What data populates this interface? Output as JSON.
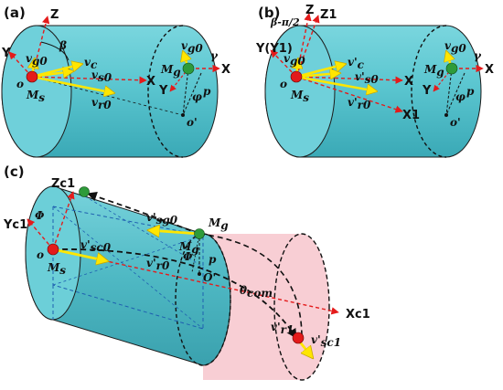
{
  "colors": {
    "cylinder_body": "#58c4cf",
    "cylinder_rim": "#7fdbe3",
    "cylinder_shade": "#2e9aa8",
    "velocity_yellow": "#ffe600",
    "axis_red": "#e41b1b",
    "green_ball": "#2e9b3a",
    "red_ball": "#e31b1b",
    "trail_pink": "#f7c6cc"
  },
  "panel_a": {
    "tag": "(a)",
    "axis_z": "Z",
    "axis_y": "Y",
    "axis_x": "X",
    "axis_x_right": "X",
    "axis_y_small": "Y",
    "beta": "β",
    "gamma": "γ",
    "phi": "φ",
    "p": "p",
    "o": "o",
    "o_prime": "o'",
    "ms": "M",
    "ms_sub": "s",
    "mg": "M",
    "mg_sub": "g",
    "vg0": "v",
    "vg0_sub": "g0",
    "vg0_right": "v",
    "vg0_right_sub": "g0",
    "vc": "v",
    "vc_sub": "c",
    "vs0": "v",
    "vs0_sub": "s0",
    "vr0": "v",
    "vr0_sub": "r0"
  },
  "panel_b": {
    "tag": "(b)",
    "beta_pi": "β-π/2",
    "axis_z": "Z",
    "axis_z1": "Z1",
    "axis_y": "Y(Y1)",
    "axis_x": "X",
    "axis_x_right": "X",
    "axis_x1": "X1",
    "axis_y_small": "Y",
    "gamma": "γ",
    "phi": "φ",
    "p": "p",
    "o": "o",
    "o_prime": "o'",
    "ms": "M",
    "ms_sub": "s",
    "mg": "M",
    "mg_sub": "g",
    "vg0": "v",
    "vg0_sub": "g0",
    "vg0_right": "v",
    "vg0_right_sub": "g0",
    "vc": "v'",
    "vc_sub": "c",
    "vs0": "v'",
    "vs0_sub": "s0",
    "vr0": "v'",
    "vr0_sub": "r0"
  },
  "panel_c": {
    "tag": "(c)",
    "axis_zc1": "Zc1",
    "axis_yc1": "Yc1",
    "axis_xc1": "Xc1",
    "phi_upper": "Φ",
    "phi_mid": "Φ",
    "p": "p",
    "o": "o",
    "o_prime": "O'",
    "theta": "θ",
    "theta_sub": "com",
    "ms": "M",
    "ms_sub": "s",
    "mg_top": "M",
    "mg_top_sub": "g",
    "mg_mid": "M",
    "mg_mid_sub": "g",
    "vsg0": "v'",
    "vsg0_sub": "sg0",
    "vsc0": "v'",
    "vsc0_sub": "sc0",
    "vr0": "v'",
    "vr0_sub": "r0",
    "vr1": "v'",
    "vr1_sub": "r1",
    "vsc1": "v'",
    "vsc1_sub": "sc1"
  }
}
